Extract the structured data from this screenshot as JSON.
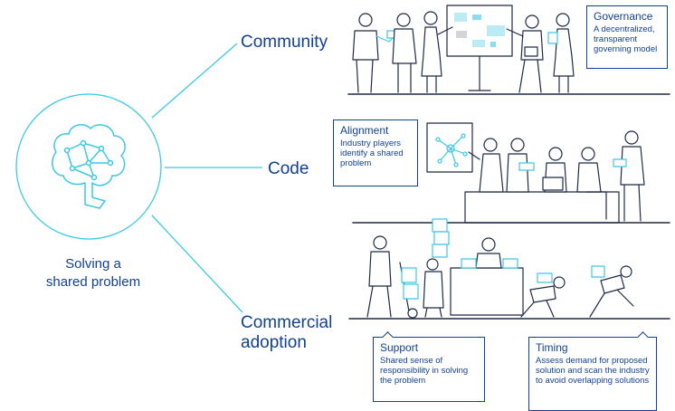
{
  "hub": {
    "label_line1": "Solving a",
    "label_line2": "shared problem"
  },
  "branches": [
    {
      "label": "Community"
    },
    {
      "label": "Code"
    },
    {
      "label_line1": "Commercial",
      "label_line2": "adoption"
    }
  ],
  "callouts": {
    "governance": {
      "title": "Governance",
      "body": "A decentralized, transparent governing model"
    },
    "alignment": {
      "title": "Alignment",
      "body": "Industry players identify a shared problem"
    },
    "support": {
      "title": "Support",
      "body": "Shared sense of responsibility in solving the problem"
    },
    "timing": {
      "title": "Timing",
      "body": "Assess demand for proposed solution and scan the industry to avoid overlapping solutions"
    }
  },
  "colors": {
    "navy": "#124191",
    "cyan": "#3cc8e6",
    "stroke": "#1f2a44"
  },
  "icons": {
    "hub": "brain-network-icon"
  }
}
